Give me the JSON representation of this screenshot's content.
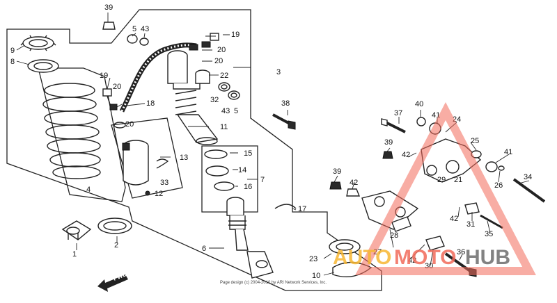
{
  "labels": {
    "p1": "1",
    "p2": "2",
    "p3": "3",
    "p4": "4",
    "p5a": "5",
    "p5b": "5",
    "p6": "6",
    "p7": "7",
    "p8": "8",
    "p9": "9",
    "p10": "10",
    "p11": "11",
    "p12": "12",
    "p13": "13",
    "p14": "14",
    "p15": "15",
    "p16": "16",
    "p17": "17",
    "p18": "18",
    "p19a": "19",
    "p19b": "19",
    "p20a": "20",
    "p20b": "20",
    "p20c": "20",
    "p20d": "20",
    "p21": "21",
    "p22": "22",
    "p23": "23",
    "p24": "24",
    "p25": "25",
    "p26": "26",
    "p27": "27",
    "p28": "28",
    "p29": "29",
    "p30": "30",
    "p31": "31",
    "p32": "32",
    "p33": "33",
    "p34": "34",
    "p35": "35",
    "p36": "36",
    "p37": "37",
    "p38": "38",
    "p39a": "39",
    "p39b": "39",
    "p39c": "39",
    "p40": "40",
    "p41a": "41",
    "p41b": "41",
    "p42a": "42",
    "p42b": "42",
    "p42c": "42",
    "p42d": "42",
    "p43a": "43",
    "p43b": "43"
  },
  "fwd_label": "FWD",
  "copyright": "Page design (c) 2004-2010 by ARI Network Services, Inc.",
  "watermark": {
    "auto": "AUTO",
    "moto": "MOTO",
    "hub": "HUB"
  },
  "colors": {
    "watermark_red": "#f26a5a",
    "watermark_orange": "#f7b733",
    "watermark_gray": "#6d6d6d",
    "line": "#222222"
  }
}
